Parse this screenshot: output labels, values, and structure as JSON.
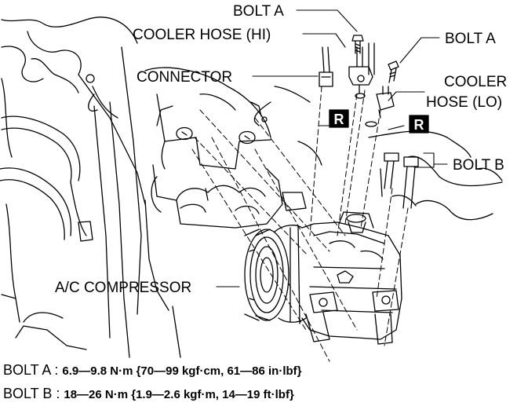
{
  "labels": {
    "bolt_a_top": "BOLT A",
    "cooler_hose_hi": "COOLER HOSE (HI)",
    "bolt_a_right": "BOLT A",
    "connector": "CONNECTOR",
    "cooler_hose_lo_line1": "COOLER",
    "cooler_hose_lo_line2": "HOSE (LO)",
    "bolt_b": "BOLT B",
    "ac_compressor": "A/C COMPRESSOR"
  },
  "badges": {
    "replace_mark_1": "R",
    "replace_mark_2": "R"
  },
  "torque": {
    "bolt_a": {
      "name": "BOLT A : ",
      "spec": "6.9—9.8 N·m {70—99 kgf·cm, 61—86 in·lbf}"
    },
    "bolt_b": {
      "name": "BOLT B : ",
      "spec": "18—26 N·m {1.9—2.6 kgf·m, 14—19 ft·lbf}"
    }
  },
  "colors": {
    "line": "#000000",
    "background": "#ffffff",
    "badge": "#000000"
  }
}
